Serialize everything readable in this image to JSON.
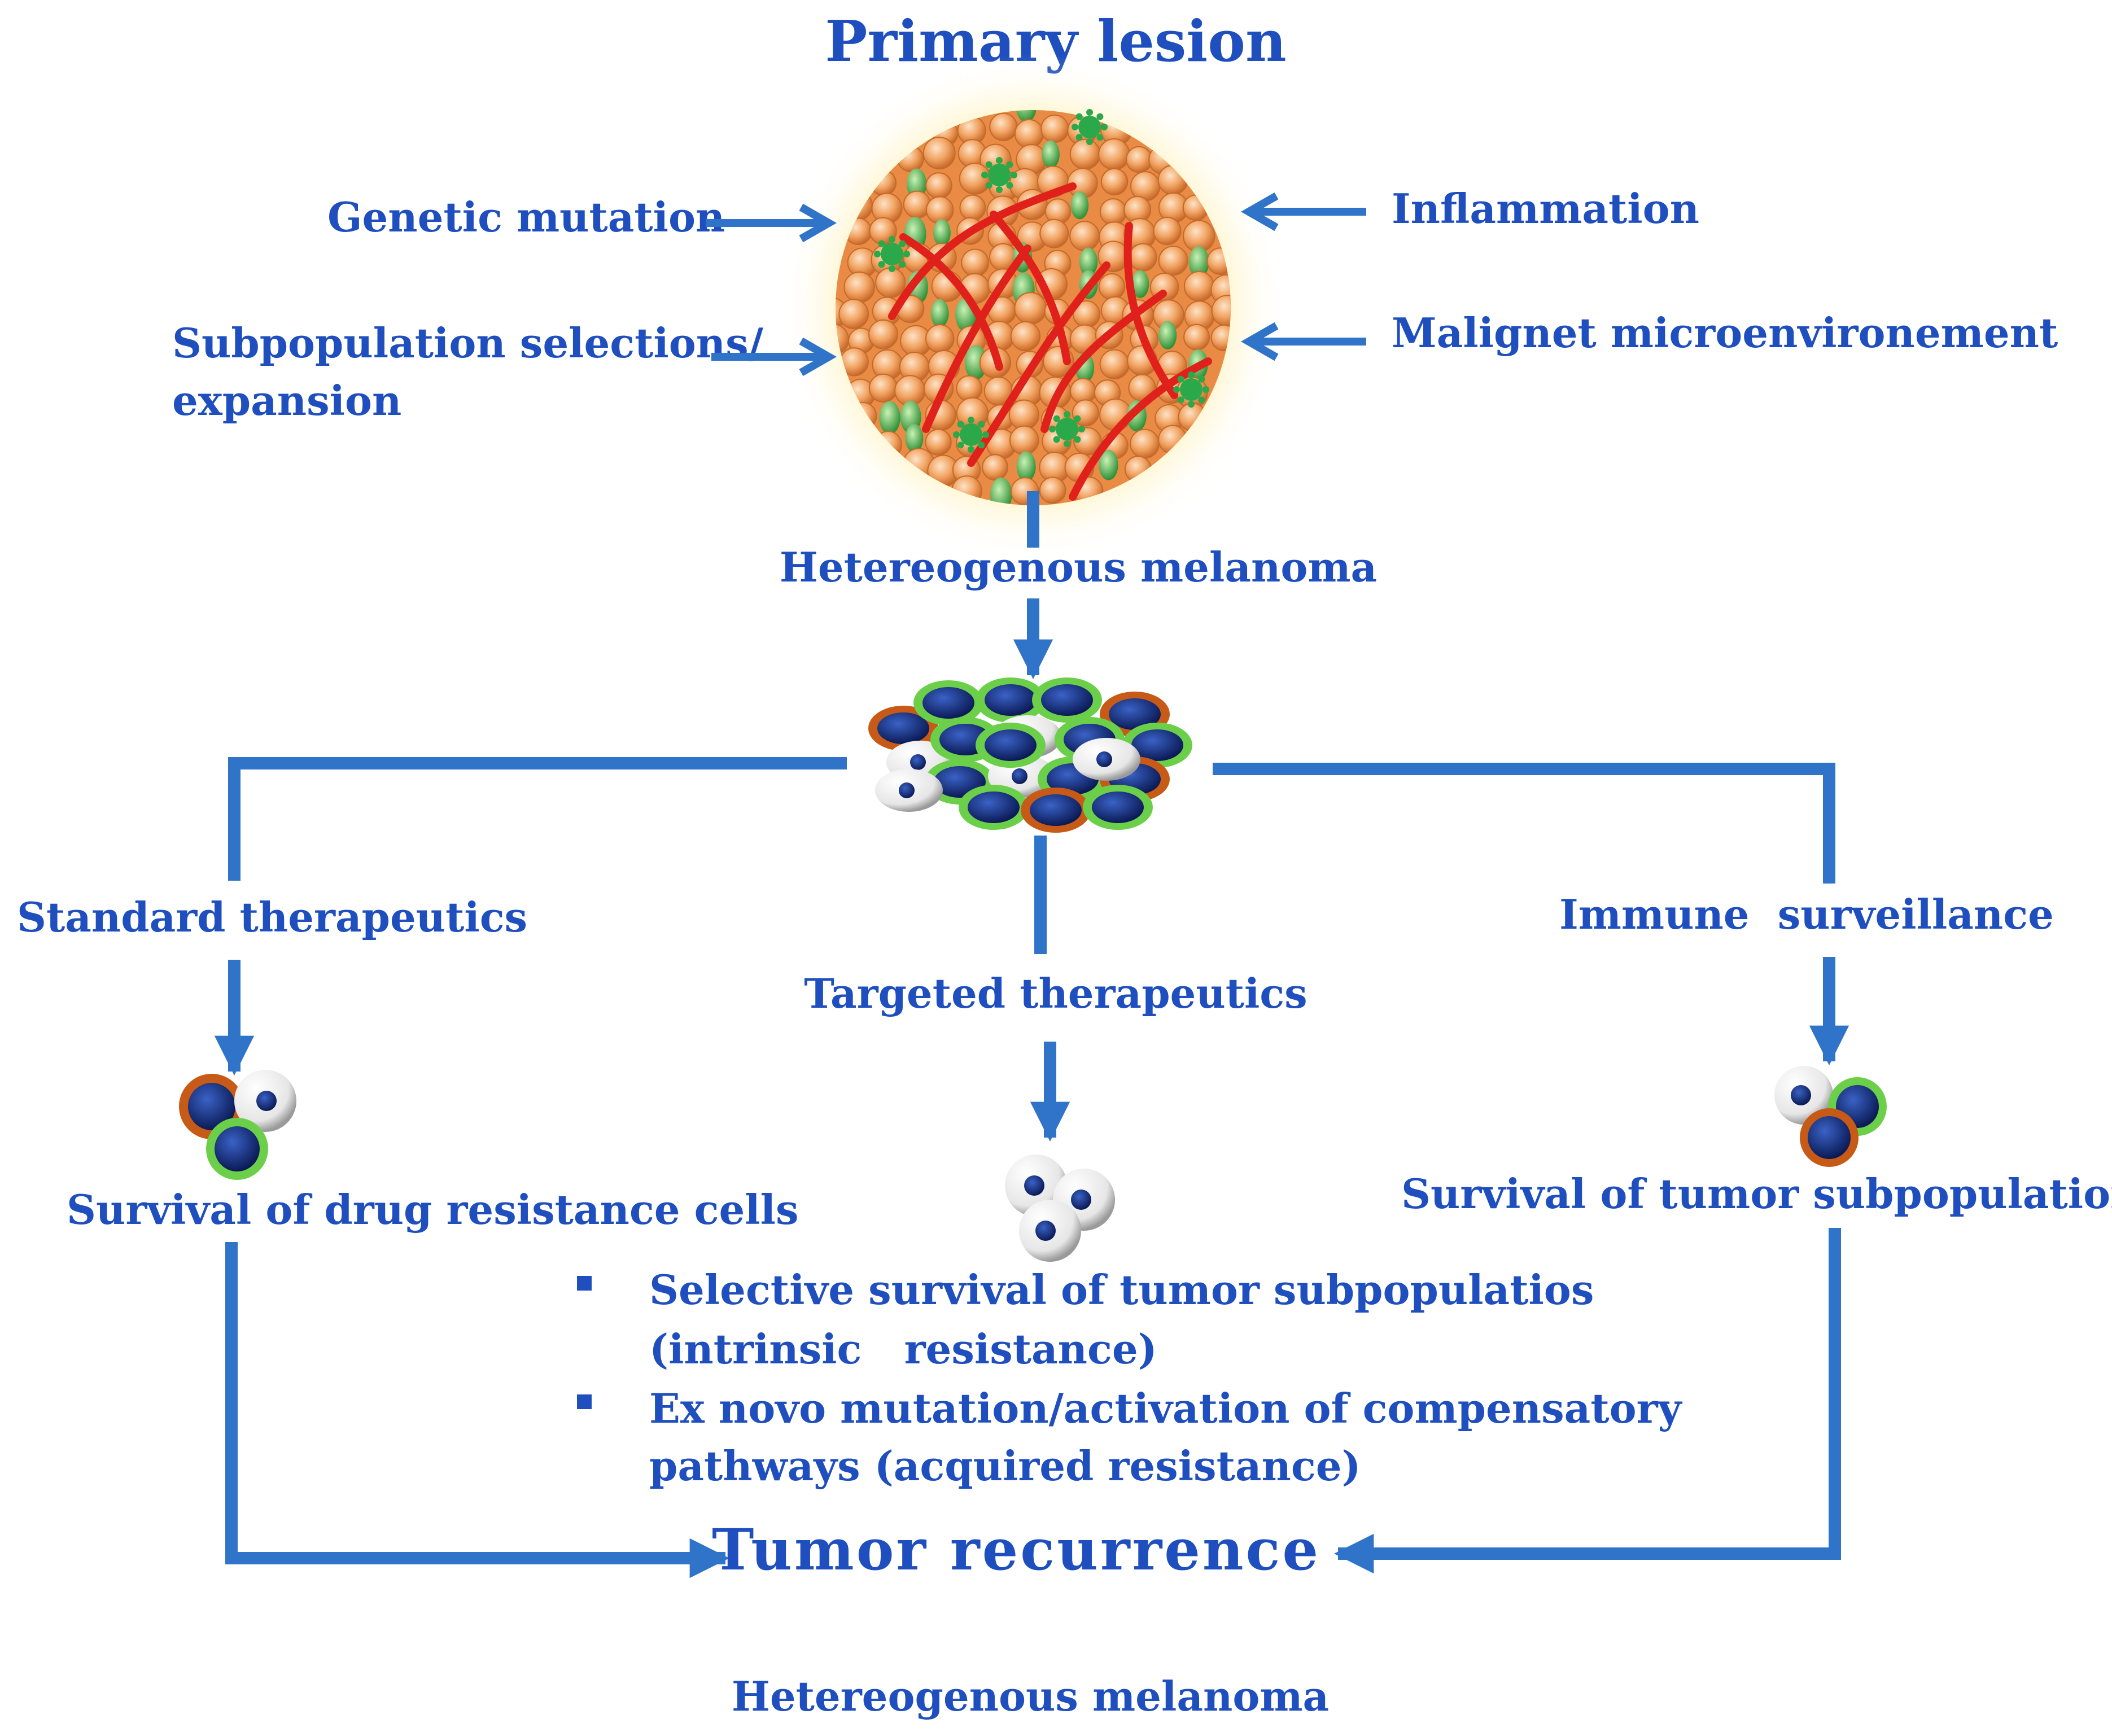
{
  "title": "Primary lesion",
  "factors": {
    "genetic_mutation": "Genetic mutation",
    "subpopulation_line1": "Subpopulation selections/",
    "subpopulation_line2": "expansion",
    "inflammation": "Inflammation",
    "microenvironment": "Malignet microenvironement"
  },
  "heterogeneous_label_top": "Hetereogenous melanoma",
  "branches": {
    "standard": {
      "label": "Standard therapeutics",
      "outcome": "Survival of drug resistance cells"
    },
    "targeted": {
      "label": "Targeted therapeutics",
      "bullets": [
        {
          "line1": "Selective survival of tumor subpopulatios",
          "line2": "(intrinsic   resistance)"
        },
        {
          "line1": "Ex novo mutation/activation of compensatory",
          "line2": "pathways (acquired resistance)"
        }
      ]
    },
    "immune": {
      "label": "Immune  surveillance",
      "outcome": "Survival of tumor subpopulations"
    }
  },
  "outcome": "Tumor recurrence",
  "heterogeneous_label_bottom": "Hetereogenous melanoma",
  "colors": {
    "text": "#1f4fbf",
    "connector": "#2f74c8",
    "cell_orange": "#f0a060",
    "vessel_red": "#e0201a",
    "cell_green": "#3fae3f",
    "nucleus_navy": "#10246e",
    "cell_rim_orange": "#c75a16",
    "cell_rim_green": "#6bcf4a"
  }
}
